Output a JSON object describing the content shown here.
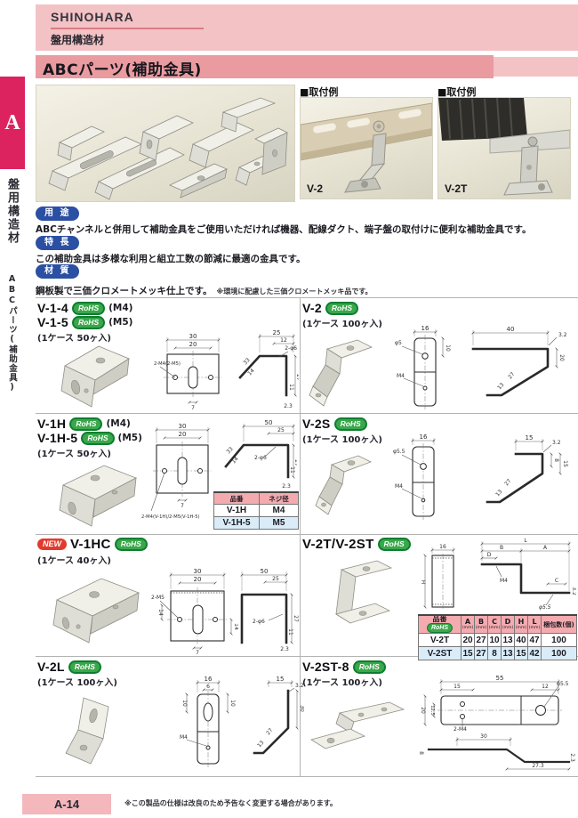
{
  "header": {
    "brand": "SHINOHARA",
    "category": "盤用構造材",
    "title": "ABCパーツ(補助金具)"
  },
  "sidebar": {
    "tab": "A",
    "line1": "盤用構造材",
    "line2": "ABCパーツ(補助金具)"
  },
  "badges": {
    "rohs": "RoHS",
    "new": "NEW"
  },
  "examples": {
    "label": "■取付例",
    "caption1": "V-2",
    "caption2": "V-2T"
  },
  "sections": {
    "yoto_badge": "用 途",
    "yoto_text": "ABCチャンネルと併用して補助金具をご使用いただければ機器、配線ダクト、端子盤の取付けに便利な補助金具です。",
    "tokucho_badge": "特 長",
    "tokucho_text": "この補助金具は多様な利用と組立工数の節減に最適の金具です。",
    "zaishitsu_badge": "材 質",
    "zaishitsu_text": "鋼板製で三価クロメートメッキ仕上です。",
    "zaishitsu_note": "※環境に配慮した三価クロメートメッキ品です。"
  },
  "cells": {
    "v14": {
      "name1": "V-1-4",
      "m1": "(M4)",
      "name2": "V-1-5",
      "m2": "(M5)",
      "case": "(1ケース 50ヶ入)",
      "d": {
        "w30": "30",
        "w20": "20",
        "b7": "7",
        "thread": "2-M4(2-M5)",
        "t25": "25",
        "t12": "12",
        "hole": "2-φ6",
        "h27": "27",
        "h11": "11",
        "t23": "2.3",
        "a33": "33",
        "a14": "14"
      }
    },
    "v2": {
      "name": "V-2",
      "case": "(1ケース 100ヶ入)",
      "d": {
        "w16": "16",
        "hole": "φ5",
        "h10": "10",
        "m4": "M4",
        "t40": "40",
        "t32": "3.2",
        "h20": "20",
        "a27": "27",
        "a13": "13"
      }
    },
    "v1h": {
      "name1": "V-1H",
      "m1": "(M4)",
      "name2": "V-1H-5",
      "m2": "(M5)",
      "case": "(1ケース 50ヶ入)",
      "d": {
        "w30": "30",
        "w20": "20",
        "b7": "7",
        "thread": "2-M4(V-1H)/2-M5(V-1H-5)",
        "t50": "50",
        "t25": "25",
        "hole": "2-φ6",
        "h27": "27",
        "h11": "11",
        "t23": "2.3",
        "a33": "33",
        "a14": "14"
      },
      "table": {
        "h1": "品番",
        "h2": "ネジ径",
        "r1c1": "V-1H",
        "r1c2": "M4",
        "r2c1": "V-1H-5",
        "r2c2": "M5"
      }
    },
    "v2s": {
      "name": "V-2S",
      "case": "(1ケース 100ヶ入)",
      "d": {
        "w16": "16",
        "hole": "φ5.5",
        "m4": "M4",
        "t15": "15",
        "t32": "3.2",
        "h8": "8",
        "h15": "15",
        "a27": "27",
        "a13": "13"
      }
    },
    "v1hc": {
      "name": "V-1HC",
      "case": "(1ケース 40ヶ入)",
      "d": {
        "w30": "30",
        "w20": "20",
        "thread": "2-M5",
        "l14": "14",
        "r14": "14",
        "b7": "7",
        "t50": "50",
        "t25": "25",
        "hole": "2-φ6",
        "h27": "27",
        "h11": "11",
        "t23": "2.3"
      }
    },
    "v2t": {
      "name": "V-2T/V-2ST",
      "d": {
        "w16": "16",
        "hh": "H",
        "ll": "L",
        "bb": "B",
        "aa": "A",
        "dd": "D",
        "m4": "M4",
        "cc": "C",
        "t32": "3.2",
        "hole": "φ5.5"
      },
      "table": {
        "c_name": "品番",
        "unit": "(mm)",
        "c_qty": "梱包数(個)",
        "cols": [
          "A",
          "B",
          "C",
          "D",
          "H",
          "L"
        ],
        "rows": [
          {
            "name": "V-2T",
            "v": [
              "20",
              "27",
              "10",
              "13",
              "40",
              "47"
            ],
            "qty": "100"
          },
          {
            "name": "V-2ST",
            "v": [
              "15",
              "27",
              "8",
              "13",
              "15",
              "42"
            ],
            "qty": "100"
          }
        ]
      }
    },
    "v2l": {
      "name": "V-2L",
      "case": "(1ケース 100ヶ入)",
      "d": {
        "w16": "16",
        "w6": "6",
        "l10": "10",
        "r10": "10",
        "m4": "M4",
        "t15": "15",
        "t32": "3.2",
        "h30": "30",
        "a27": "27",
        "a13": "13"
      }
    },
    "v2st8": {
      "name": "V-2ST-8",
      "case": "(1ケース 100ヶ入)",
      "d": {
        "t55": "55",
        "t15": "15",
        "t12": "12",
        "hole": "φ5.5",
        "l20": "20",
        "l125": "12.5",
        "thread": "2-M4",
        "t30": "30",
        "h8": "8",
        "b273": "27.3",
        "t23": "2.3"
      }
    }
  },
  "footer": {
    "page": "A-14",
    "note": "※この製品の仕様は改良のため予告なく変更する場合があります。"
  }
}
